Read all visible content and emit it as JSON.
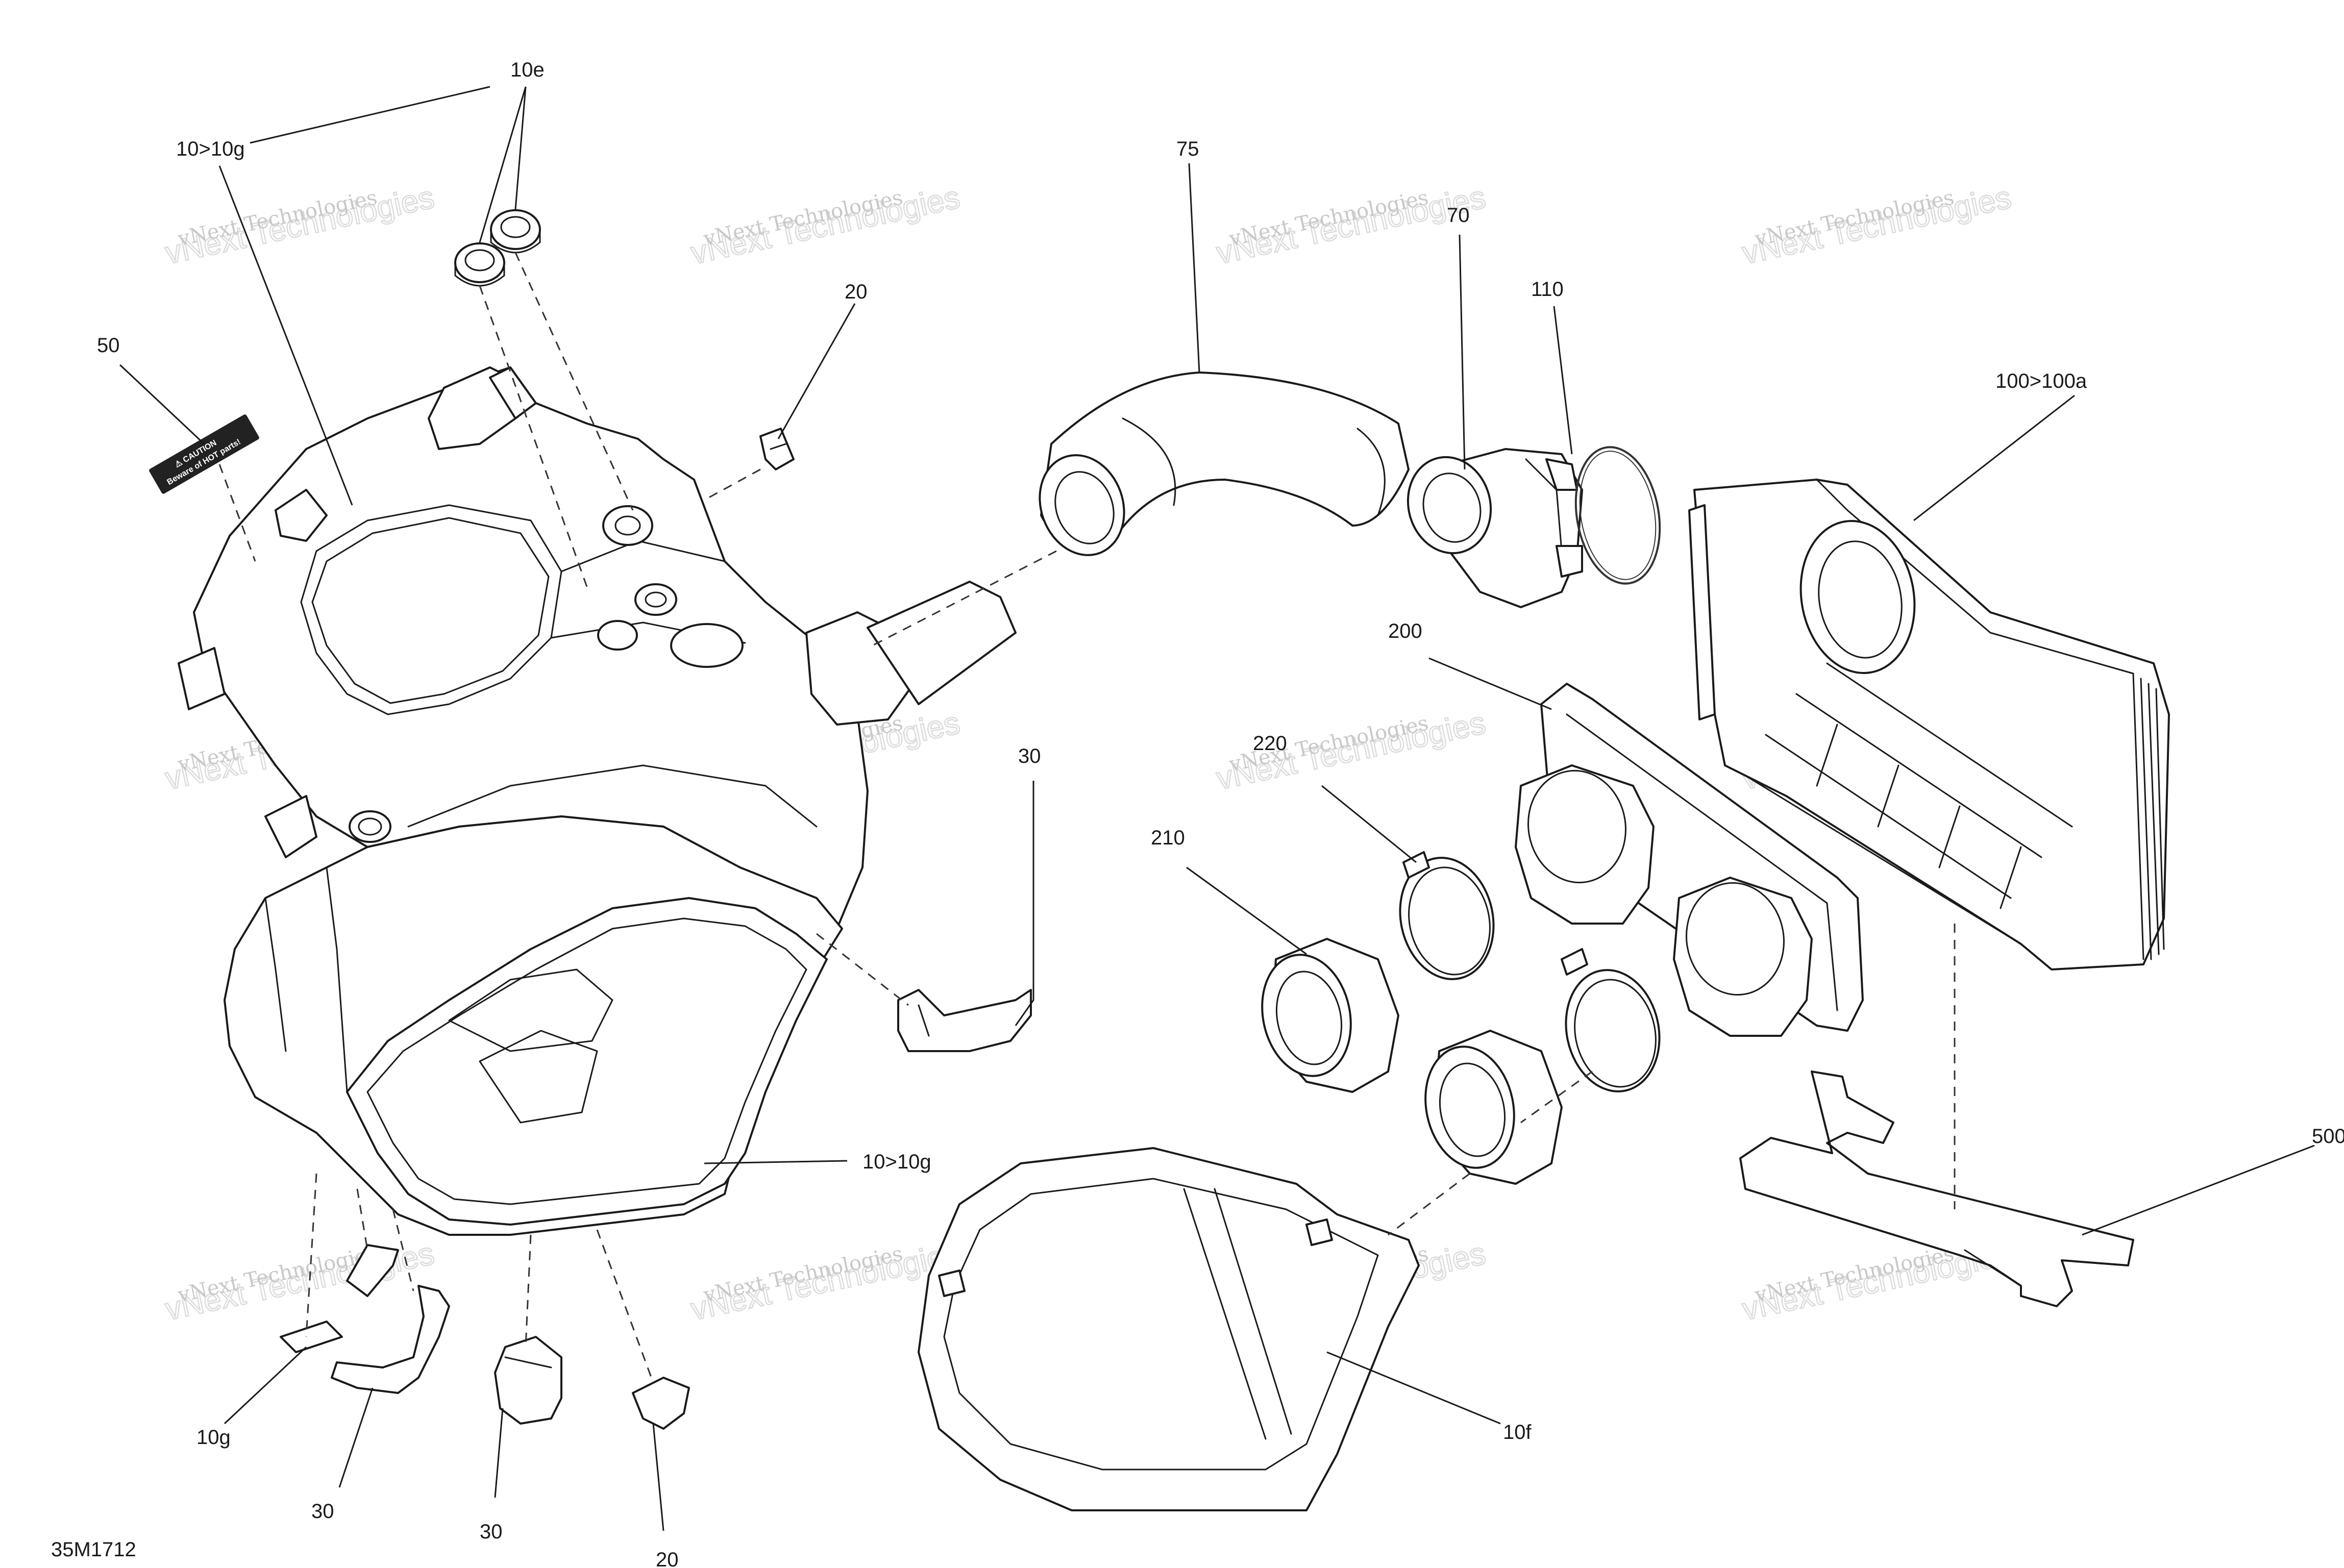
{
  "diagram": {
    "callouts": {
      "c_10e": "10e",
      "c_10_10g_top": "10>10g",
      "c_50": "50",
      "c_20_top": "20",
      "c_75": "75",
      "c_70": "70",
      "c_110": "110",
      "c_100_100a": "100>100a",
      "c_200": "200",
      "c_220": "220",
      "c_210": "210",
      "c_30_right": "30",
      "c_10_10g_mid": "10>10g",
      "c_500": "500",
      "c_10f": "10f",
      "c_10g": "10g",
      "c_30_bottom_left": "30",
      "c_30_bottom_mid": "30",
      "c_20_bottom": "20",
      "drawing_number": "35M1712"
    },
    "warning_label": {
      "line1": "⚠ CAUTION",
      "line2": "Beware of HOT parts!"
    },
    "watermark": {
      "small": "vNext Technologies",
      "big": "vNext Technologies"
    }
  }
}
